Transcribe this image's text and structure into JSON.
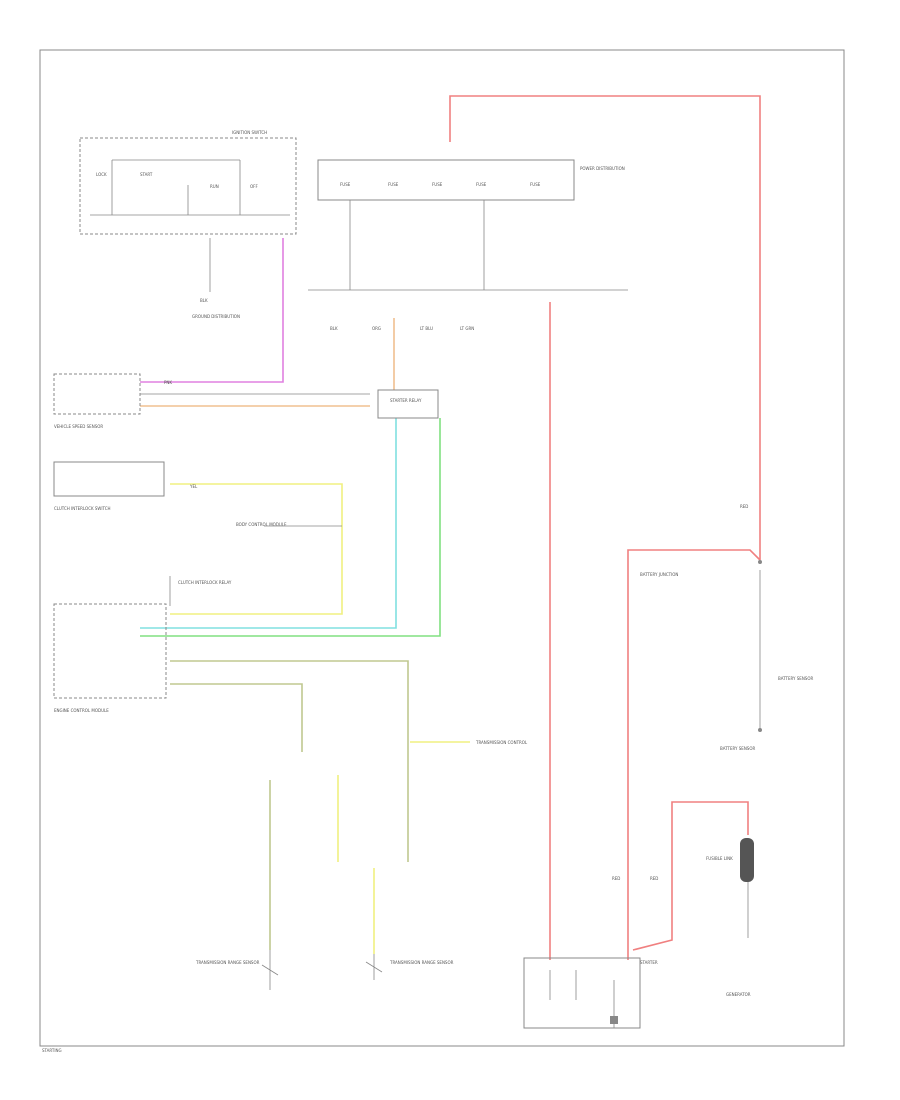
{
  "diagram": {
    "components": {
      "ignition_switch": "IGNITION SWITCH",
      "ignition_switch_positions": [
        "LOCK",
        "START",
        "RUN",
        "OFF"
      ],
      "ignition_ground": "GROUND DISTRIBUTION",
      "power_distribution": "POWER DISTRIBUTION",
      "fuse_labels": [
        "FUSE",
        "FUSE",
        "FUSE",
        "FUSE",
        "FUSE"
      ],
      "starter_relay_note": "STARTER RELAY",
      "vehicle_speed_sensor": "VEHICLE SPEED SENSOR",
      "clutch_interlock": "CLUTCH INTERLOCK SWITCH",
      "body_control": "BODY CONTROL MODULE",
      "clutch_relay": "CLUTCH INTERLOCK RELAY",
      "engine_control": "ENGINE CONTROL MODULE",
      "starter_motor": "STARTER",
      "transmission_switch_1": "TRANSMISSION RANGE SENSOR",
      "transmission_switch_2": "TRANSMISSION RANGE SENSOR",
      "transmission_module": "TRANSMISSION CONTROL",
      "battery_sensor": "BATTERY SENSOR",
      "battery_junction": "BATTERY JUNCTION",
      "fusible_link": "FUSIBLE LINK",
      "generator": "GENERATOR",
      "footer": "STARTING"
    },
    "wire_labels": {
      "red": "RED",
      "pink": "PNK",
      "yellow": "YEL",
      "lt_blue": "LT BLU",
      "lt_green": "LT GRN",
      "orange": "ORG",
      "black": "BLK"
    },
    "colors": {
      "red_wire": "#f08080",
      "pink_wire": "#e080e0",
      "yellow_wire": "#f0f080",
      "blue_wire": "#80e0e0",
      "green_wire": "#80e080",
      "orange_wire": "#f0c090",
      "olive_wire": "#c0c890",
      "outline": "#888888"
    }
  }
}
